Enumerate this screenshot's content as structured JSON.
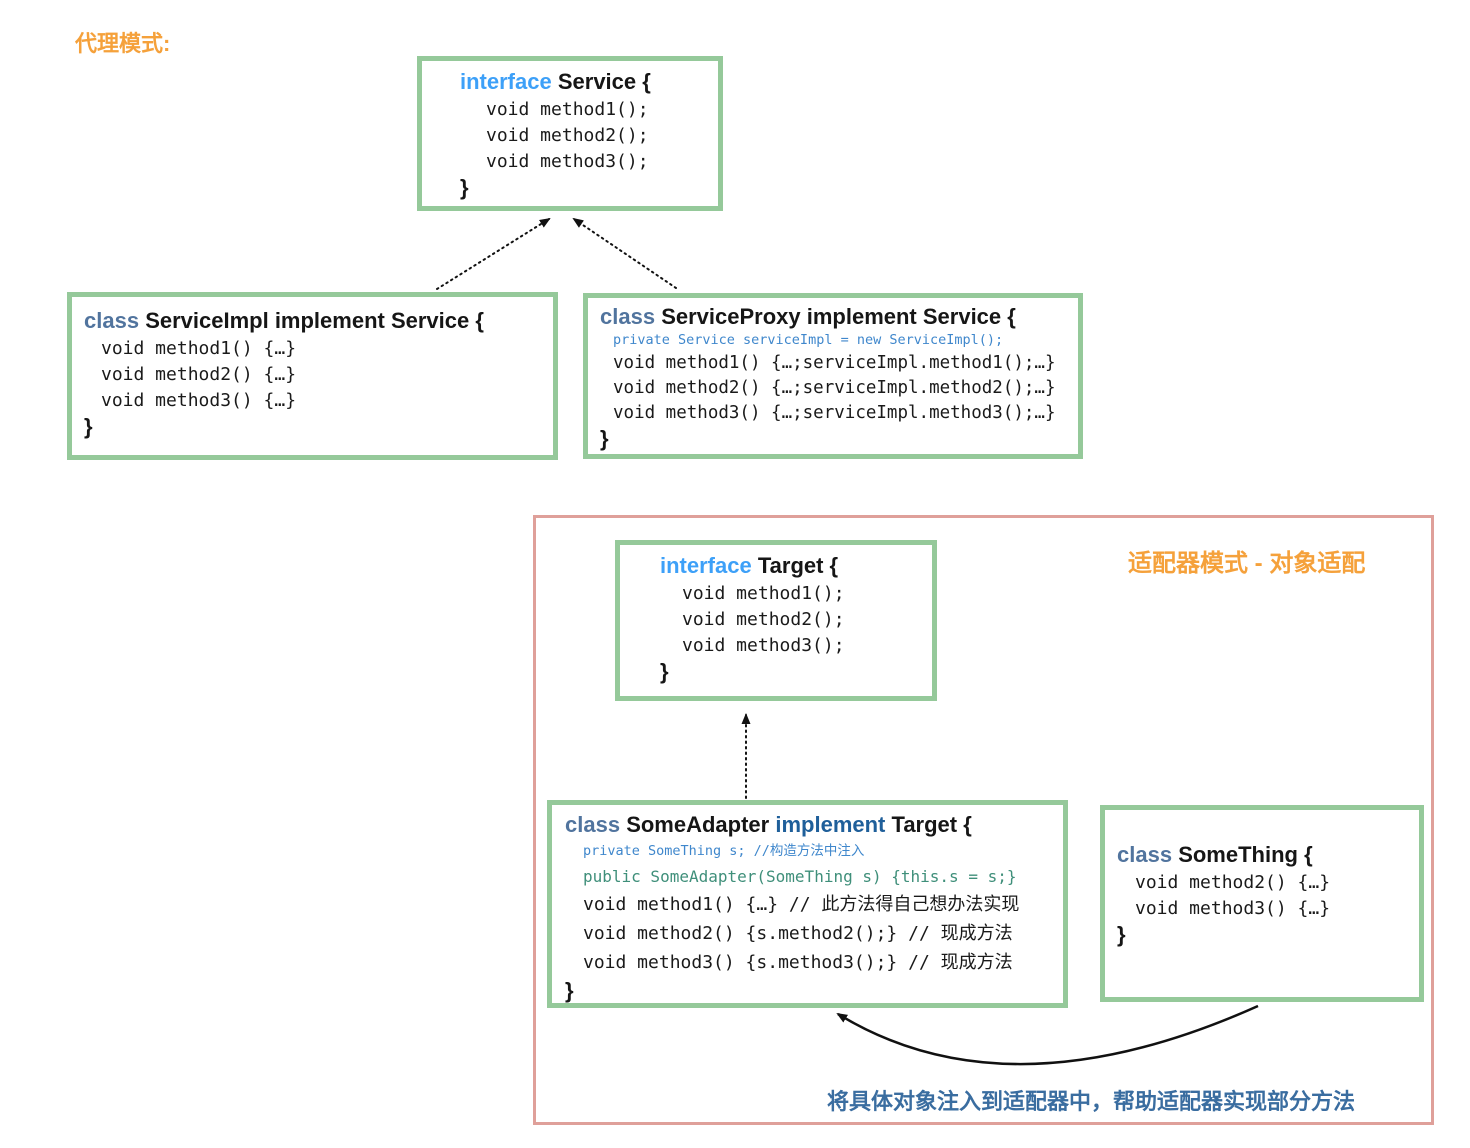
{
  "colors": {
    "box_border_green": "#95c99a",
    "panel_border_pink": "#dfa09a",
    "accent_orange": "#f5a13b",
    "keyword_interface_blue": "#3da0f8",
    "keyword_class_steel_blue": "#51749e",
    "keyword_implement_blue": "#1f5f9a",
    "field_line_blue": "#3f87cc",
    "ctor_line_teal": "#3f8f7a",
    "caption_steel_blue": "#3a6da0",
    "code_text": "#1a1a1a"
  },
  "proxy": {
    "label": "代理模式:",
    "service": {
      "keyword": "interface",
      "title": "Service {",
      "lines": [
        "void method1();",
        "void method2();",
        "void method3();"
      ],
      "close": "}"
    },
    "impl": {
      "keyword": "class",
      "title": "ServiceImpl implement Service {",
      "lines": [
        "void method1() {…}",
        "void method2() {…}",
        "void method3() {…}"
      ],
      "close": "}"
    },
    "proxy_class": {
      "keyword": "class",
      "title": "ServiceProxy implement Service {",
      "field": "private Service serviceImpl = new ServiceImpl();",
      "lines": [
        "void method1() {…;serviceImpl.method1();…}",
        "void method2() {…;serviceImpl.method2();…}",
        "void method3() {…;serviceImpl.method3();…}"
      ],
      "close": "}"
    }
  },
  "adapter": {
    "label": "适配器模式 - 对象适配",
    "caption": "将具体对象注入到适配器中，帮助适配器实现部分方法",
    "target": {
      "keyword": "interface",
      "title": "Target {",
      "lines": [
        "void method1();",
        "void method2();",
        "void method3();"
      ],
      "close": "}"
    },
    "some_adapter": {
      "keyword": "class",
      "name": "SomeAdapter",
      "keyword2": "implement",
      "title_rest": "Target {",
      "field": "private SomeThing s; //构造方法中注入",
      "ctor": "public SomeAdapter(SomeThing s) {this.s = s;}",
      "lines": [
        "void method1() {…} // 此方法得自己想办法实现",
        "void method2() {s.method2();} // 现成方法",
        "void method3() {s.method3();} // 现成方法"
      ],
      "close": "}"
    },
    "some_thing": {
      "keyword": "class",
      "title": "SomeThing {",
      "lines": [
        "void method2() {…}",
        "void method3() {…}"
      ],
      "close": "}"
    }
  }
}
